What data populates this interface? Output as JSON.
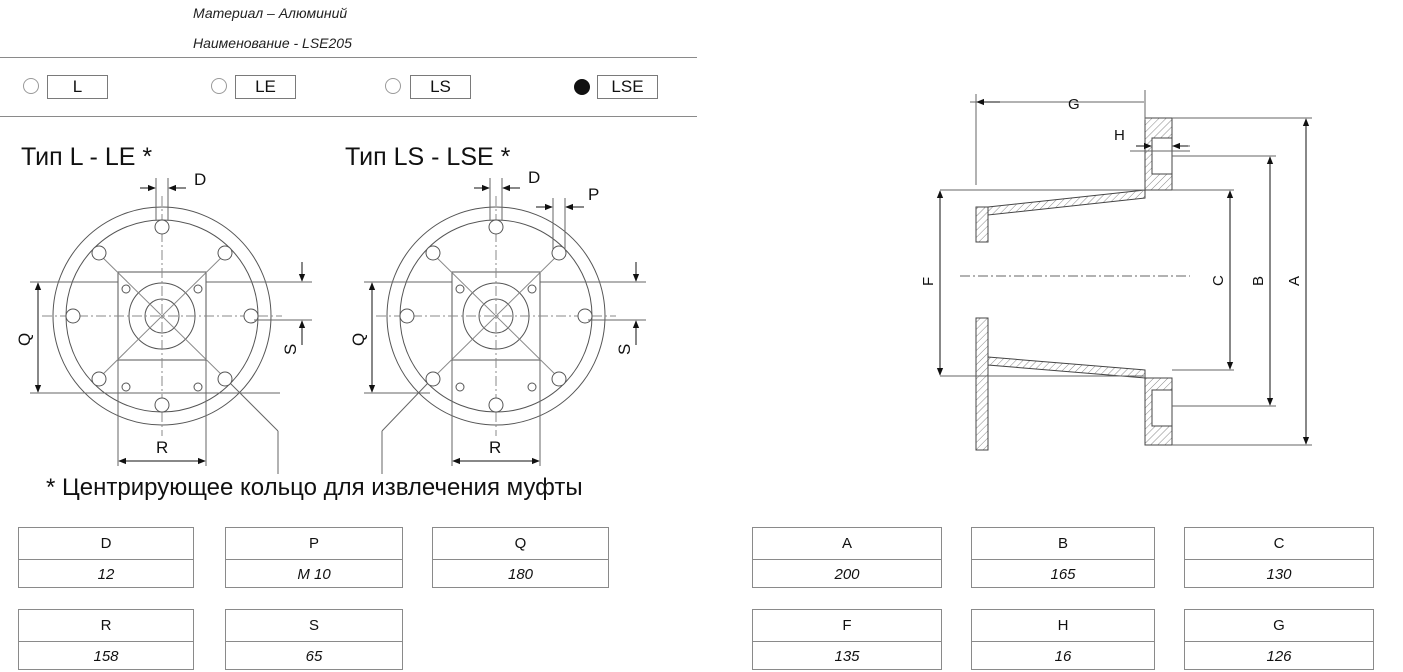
{
  "header": {
    "material": "Материал – Алюминий",
    "name": "Наименование - LSE205"
  },
  "options": [
    {
      "label": "L",
      "selected": false
    },
    {
      "label": "LE",
      "selected": false
    },
    {
      "label": "LS",
      "selected": false
    },
    {
      "label": "LSE",
      "selected": true
    }
  ],
  "types": {
    "left_title": "Тип L - LE *",
    "right_title": "Тип LS - LSE *"
  },
  "footnote": "* Центрирующее кольцо для извлечения муфты",
  "drawing_labels": {
    "D": "D",
    "P": "P",
    "Q": "Q",
    "R": "R",
    "S": "S",
    "A": "A",
    "B": "B",
    "C": "C",
    "F": "F",
    "G": "G",
    "H": "H"
  },
  "dimensions": [
    {
      "label": "D",
      "value": "12"
    },
    {
      "label": "P",
      "value": "M 10"
    },
    {
      "label": "Q",
      "value": "180"
    },
    {
      "label": "R",
      "value": "158"
    },
    {
      "label": "S",
      "value": "65"
    },
    {
      "label": "A",
      "value": "200"
    },
    {
      "label": "B",
      "value": "165"
    },
    {
      "label": "C",
      "value": "130"
    },
    {
      "label": "F",
      "value": "135"
    },
    {
      "label": "H",
      "value": "16"
    },
    {
      "label": "G",
      "value": "126"
    }
  ],
  "colors": {
    "line": "#222222",
    "thin_line": "#666666",
    "hatch": "#888888"
  }
}
